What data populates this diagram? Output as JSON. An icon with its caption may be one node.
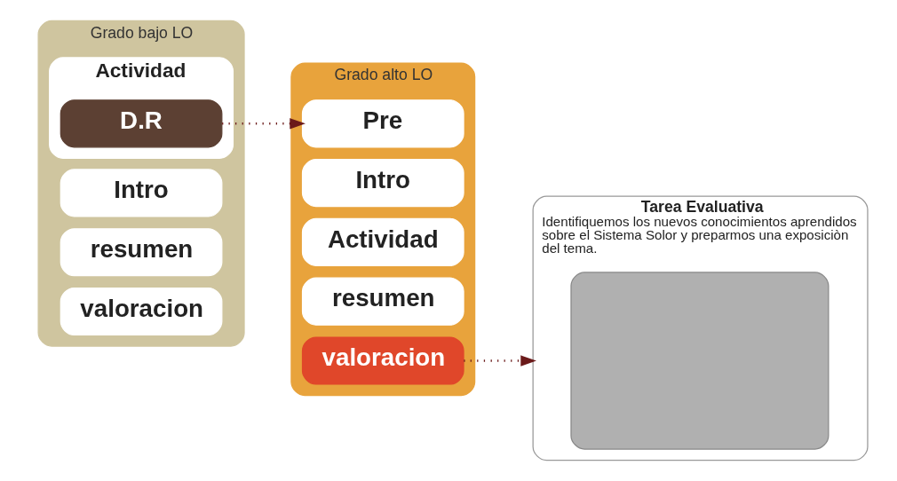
{
  "diagram": {
    "nodes": [
      {
        "text": [
          "Grado bajo LO"
        ]
      },
      {
        "text": [
          "Intro"
        ],
        "in": 0
      },
      {
        "text": [
          "Actividad"
        ],
        "in": 0
      },
      {
        "text": [
          "D.R"
        ],
        "in": 2
      },
      {
        "text": [
          "resumen"
        ],
        "in": 0
      },
      {
        "text": [
          "valoracion"
        ],
        "in": 0
      },
      {
        "text": [
          "Grado alto LO"
        ]
      },
      {
        "text": [
          "Pre"
        ],
        "in": 6
      },
      {
        "text": [
          "Intro"
        ],
        "in": 6
      },
      {
        "text": [
          "Actividad"
        ],
        "in": 6
      },
      {
        "text": [
          "resumen"
        ],
        "in": 6
      },
      {
        "text": [
          "valoracion"
        ],
        "in": 6
      },
      {
        "text": [
          "Tarea Evaluativa",
          "Identifiquemos los nuevos conocimientos aprendidos sobre el Sistema Solor y preparmos una exposiciòn del tema."
        ]
      },
      {
        "text": [],
        "shape": "box",
        "in": 12
      }
    ],
    "edges": [
      {
        "from": 3,
        "to": 7,
        "arrow": "to",
        "style": "dashed"
      },
      {
        "from": 11,
        "to": 12,
        "arrow": "to",
        "style": "dashed"
      }
    ]
  }
}
